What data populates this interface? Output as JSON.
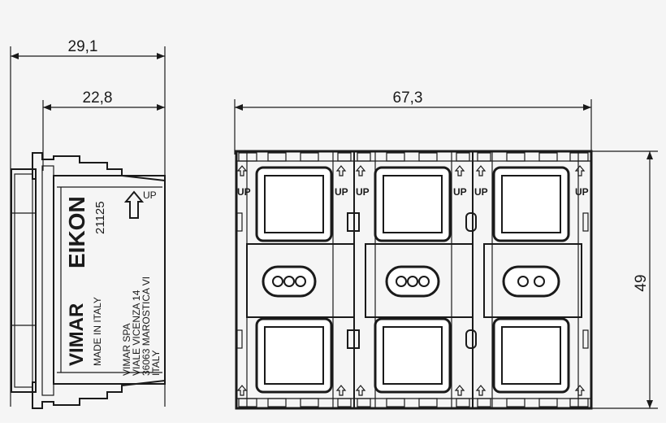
{
  "dimensions": {
    "side_depth_total": "29,1",
    "side_depth_body": "22,8",
    "front_width": "67,3",
    "front_height": "49"
  },
  "side_view": {
    "brand": "EIKON",
    "code": "21125",
    "maker": "VIMAR",
    "made_in": "MADE IN ITALY",
    "up_mark": "UP",
    "address": [
      "VIMAR SPA",
      "VIALE VICENZA 14",
      "36063 MAROSTICA VI",
      "ITALY"
    ]
  },
  "front_view": {
    "up_marks": [
      "UP",
      "UP",
      "UP",
      "UP",
      "UP",
      "UP"
    ]
  },
  "colors": {
    "line": "#1a1a1a",
    "background": "#f5f5f5"
  }
}
